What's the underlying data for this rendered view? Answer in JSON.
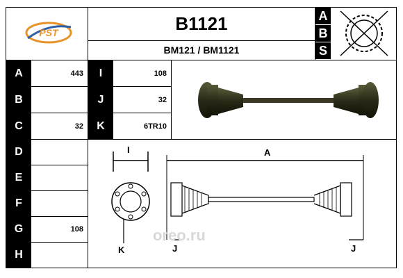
{
  "header": {
    "part_number": "B1121",
    "ref_numbers": "BM121 / BM1121",
    "logo_text": "PST",
    "abs_letters": [
      "A",
      "B",
      "S"
    ]
  },
  "specs": {
    "rows": [
      {
        "letter": "A",
        "value": "443"
      },
      {
        "letter": "B",
        "value": ""
      },
      {
        "letter": "C",
        "value": "32"
      },
      {
        "letter": "D",
        "value": ""
      },
      {
        "letter": "E",
        "value": ""
      },
      {
        "letter": "F",
        "value": ""
      },
      {
        "letter": "G",
        "value": "108"
      },
      {
        "letter": "H",
        "value": ""
      }
    ],
    "right_rows": [
      {
        "letter": "I",
        "value": "108"
      },
      {
        "letter": "J",
        "value": "32"
      },
      {
        "letter": "K",
        "value": "6TR10"
      }
    ]
  },
  "diagram": {
    "label_i": "I",
    "label_a": "A",
    "label_k": "K",
    "label_j_left": "J",
    "label_j_right": "J"
  },
  "watermark": "oreo.ru",
  "colors": {
    "logo_orange": "#e8932a",
    "logo_blue": "#2f5fa8",
    "watermark": "#d8d8d8"
  }
}
